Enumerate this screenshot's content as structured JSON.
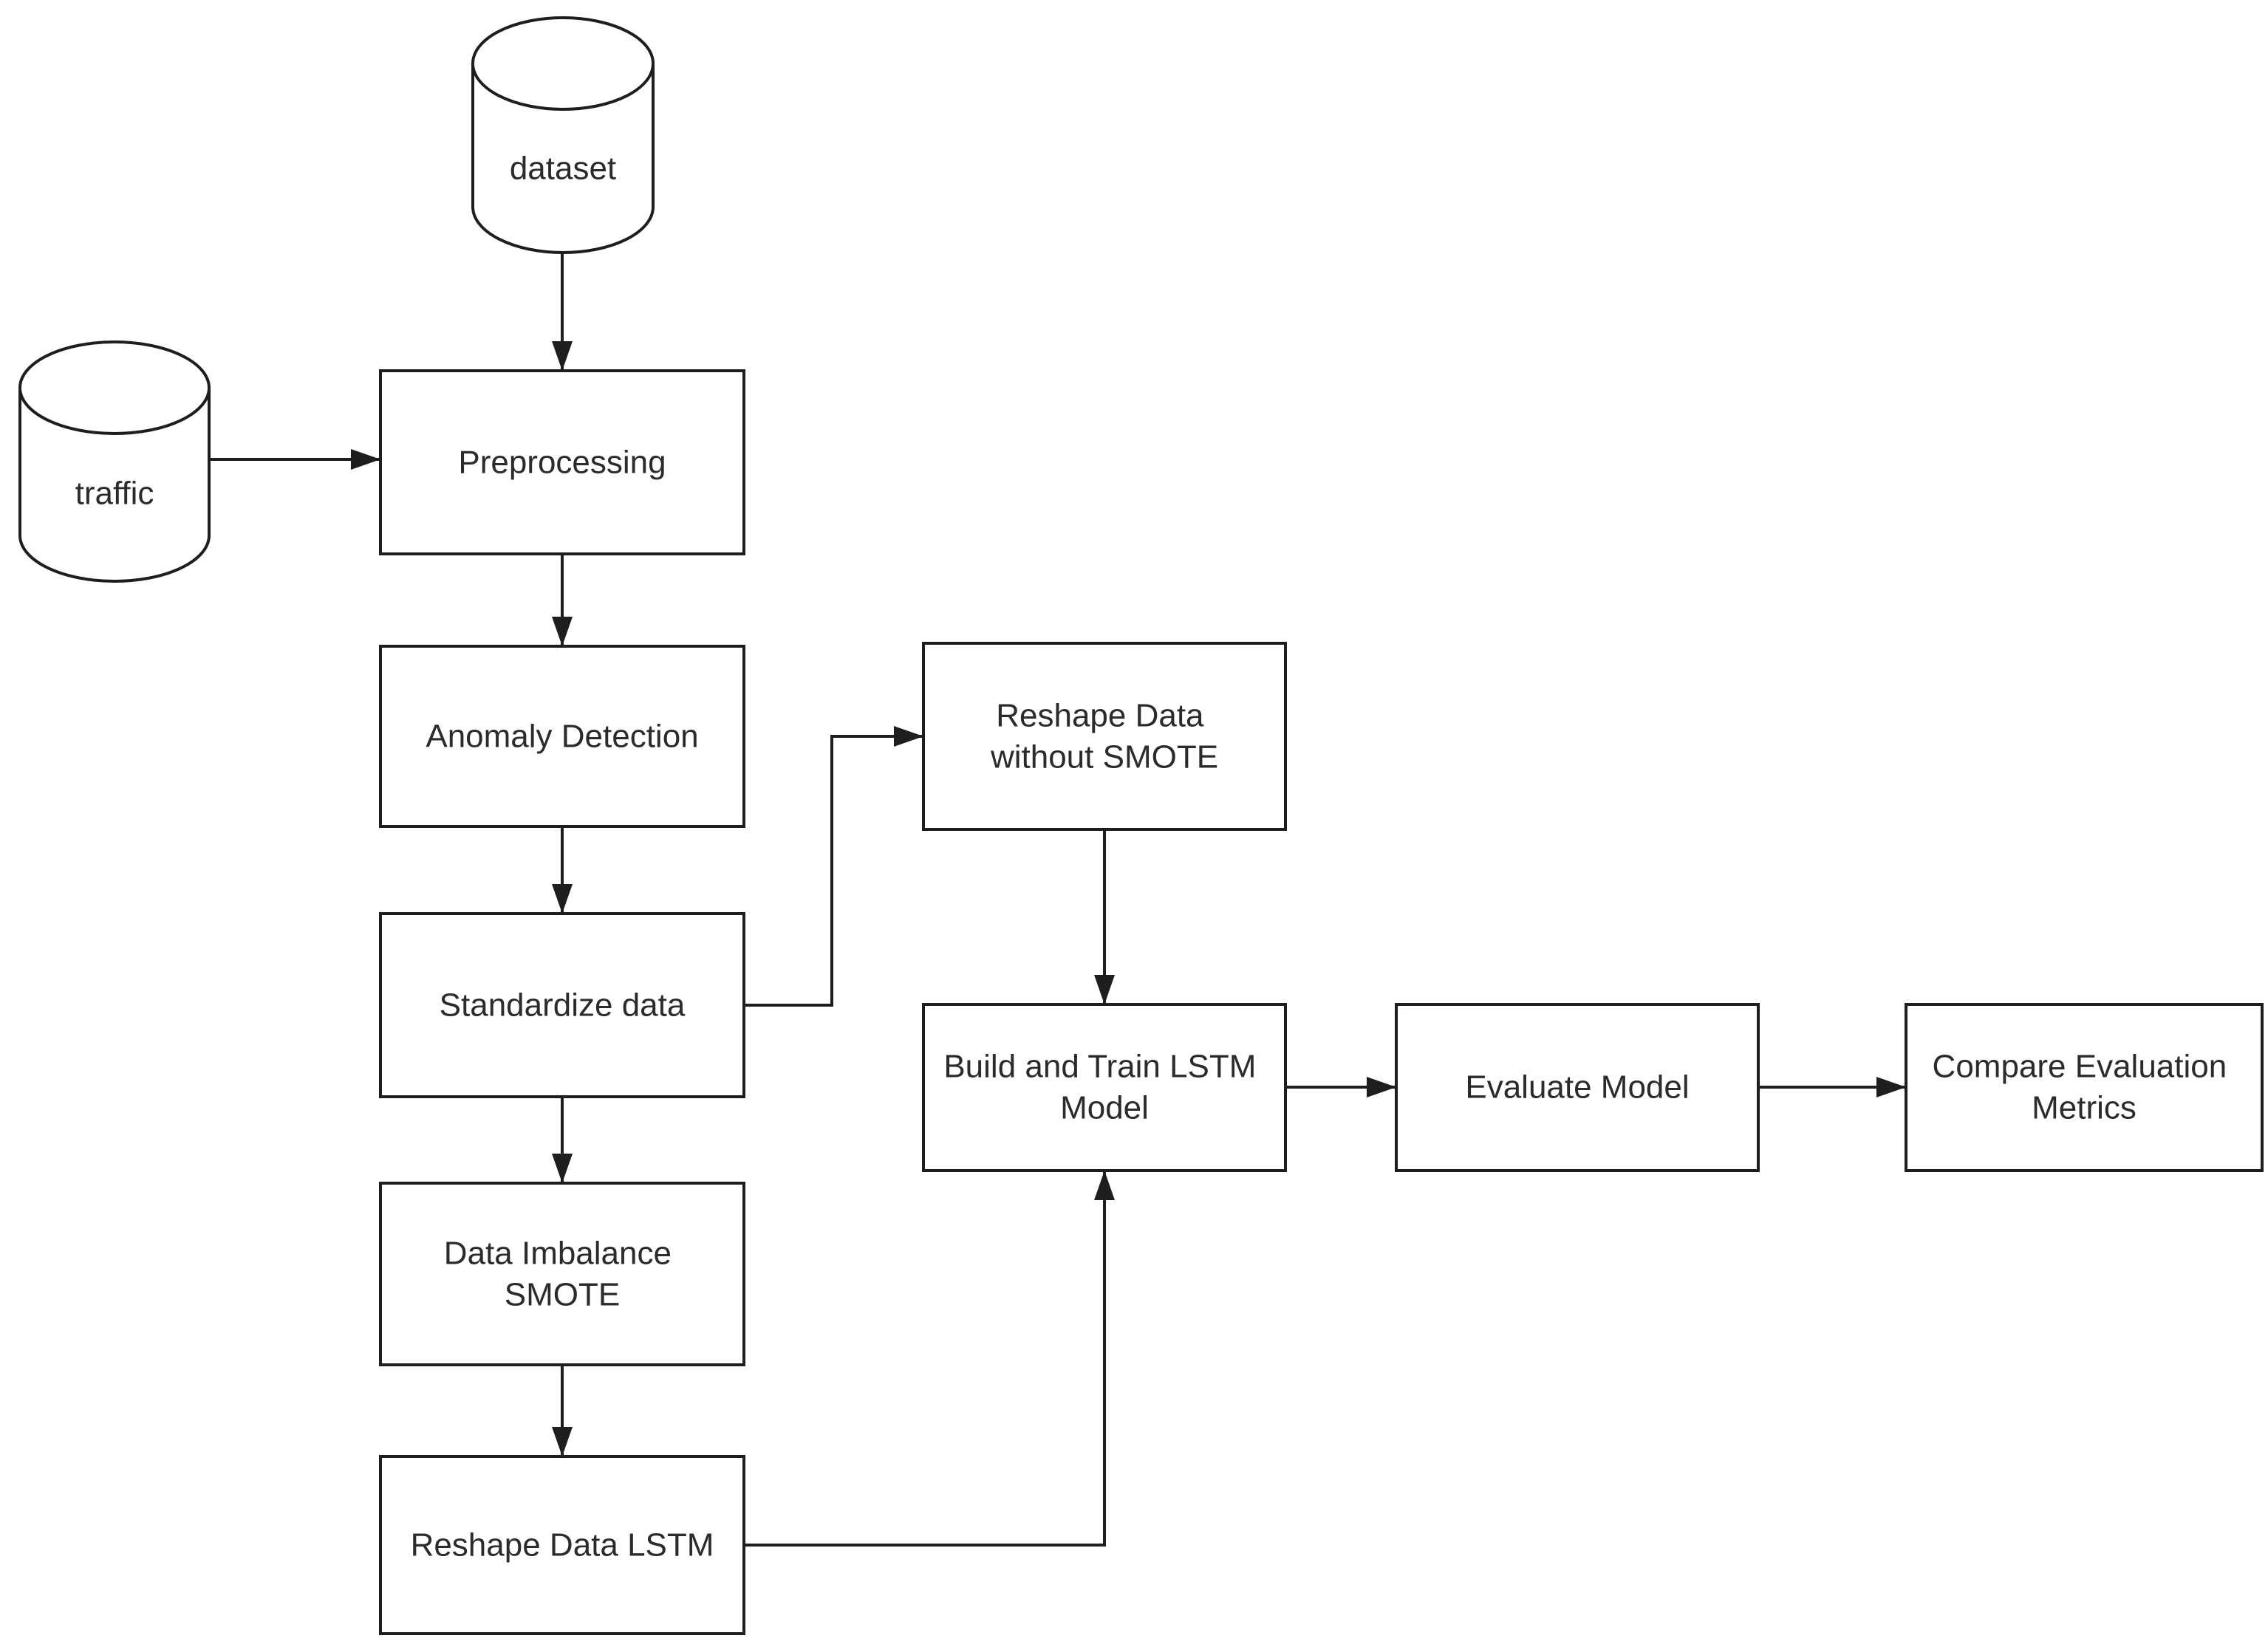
{
  "diagram": {
    "type": "flowchart",
    "background_color": "#ffffff",
    "line_color": "#1e1e1e",
    "text_color": "#2b2b2b",
    "datastores": [
      {
        "id": "dataset",
        "shape": "cylinder",
        "label": "dataset"
      },
      {
        "id": "traffic",
        "shape": "cylinder",
        "label": "traffic"
      }
    ],
    "process_nodes": [
      {
        "id": "preprocessing",
        "lines": [
          "Preprocessing"
        ]
      },
      {
        "id": "anomaly-detection",
        "lines": [
          "Anomaly Detection"
        ]
      },
      {
        "id": "standardize-data",
        "lines": [
          "Standardize data"
        ]
      },
      {
        "id": "data-imbalance-smote",
        "lines": [
          "Data Imbalance",
          "SMOTE"
        ]
      },
      {
        "id": "reshape-data-lstm",
        "lines": [
          "Reshape Data LSTM"
        ]
      },
      {
        "id": "reshape-data-without-smote",
        "lines": [
          "Reshape Data",
          "without SMOTE"
        ]
      },
      {
        "id": "build-and-train-lstm-model",
        "lines": [
          "Build and Train LSTM",
          "Model"
        ]
      },
      {
        "id": "evaluate-model",
        "lines": [
          "Evaluate Model"
        ]
      },
      {
        "id": "compare-evaluation-metrics",
        "lines": [
          "Compare Evaluation",
          "Metrics"
        ]
      }
    ],
    "connections": [
      {
        "from": "dataset",
        "to": "preprocessing"
      },
      {
        "from": "traffic",
        "to": "preprocessing"
      },
      {
        "from": "preprocessing",
        "to": "anomaly-detection"
      },
      {
        "from": "anomaly-detection",
        "to": "standardize-data"
      },
      {
        "from": "standardize-data",
        "to": "data-imbalance-smote"
      },
      {
        "from": "standardize-data",
        "to": "reshape-data-without-smote"
      },
      {
        "from": "data-imbalance-smote",
        "to": "reshape-data-lstm"
      },
      {
        "from": "reshape-data-without-smote",
        "to": "build-and-train-lstm-model"
      },
      {
        "from": "reshape-data-lstm",
        "to": "build-and-train-lstm-model"
      },
      {
        "from": "build-and-train-lstm-model",
        "to": "evaluate-model"
      },
      {
        "from": "evaluate-model",
        "to": "compare-evaluation-metrics"
      }
    ]
  }
}
